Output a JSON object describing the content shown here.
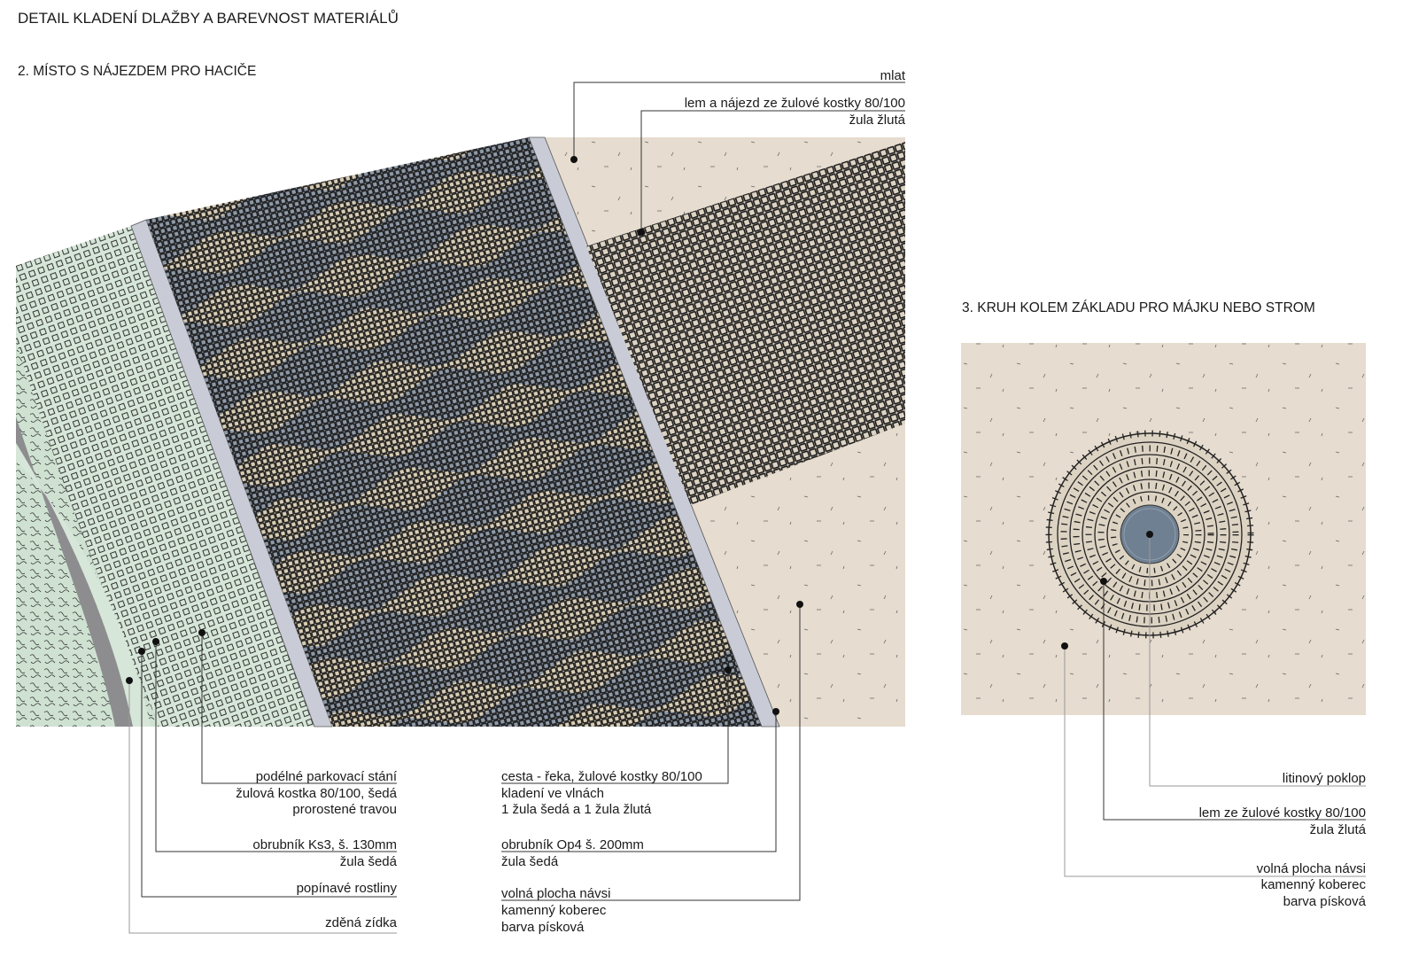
{
  "title": "DETAIL KLADENÍ DLAŽBY A BAREVNOST MATERIÁLŮ",
  "section2": {
    "title": "2. MÍSTO S NÁJEZDEM PRO HACIČE",
    "labels": {
      "mlat": "mlat",
      "lem_line1": "lem a nájezd ze žulové kostky 80/100",
      "lem_line2": "žula žlutá",
      "parking_line1": "podélné parkovací stání",
      "parking_line2": "žulová kostka  80/100, šedá",
      "parking_line3": "prorostené travou",
      "ks3_line1": "obrubník Ks3, š. 130mm",
      "ks3_line2": "žula šedá",
      "plants": "popínavé rostliny",
      "wall": "zděná zídka",
      "river_line1": "cesta - řeka, žulové kostky 80/100",
      "river_line2": "kladení ve vlnách",
      "river_line3": "1  žula šedá a 1  žula žlutá",
      "op4_line1": "obrubník Op4 š. 200mm",
      "op4_line2": "žula šedá",
      "free_line1": "volná plocha návsi",
      "free_line2": "kamenný koberec",
      "free_line3": "barva písková"
    }
  },
  "section3": {
    "title": "3. KRUH KOLEM ZÁKLADU PRO MÁJKU NEBO STROM",
    "labels": {
      "cover": "litinový poklop",
      "ring_line1": "lem ze žulové kostky 80/100",
      "ring_line2": "žula žlutá",
      "free_line1": "volná plocha návsi",
      "free_line2": "kamenný koberec",
      "free_line3": "barva písková"
    }
  },
  "colors": {
    "sand": "#e6dccf",
    "granite_grey": "#8e99a8",
    "granite_yellow": "#d8ccb4",
    "curb": "#c9ccd6",
    "grass": "#d6e6d8",
    "wall": "#8d8d8f",
    "cast_iron": "#6f8092"
  }
}
